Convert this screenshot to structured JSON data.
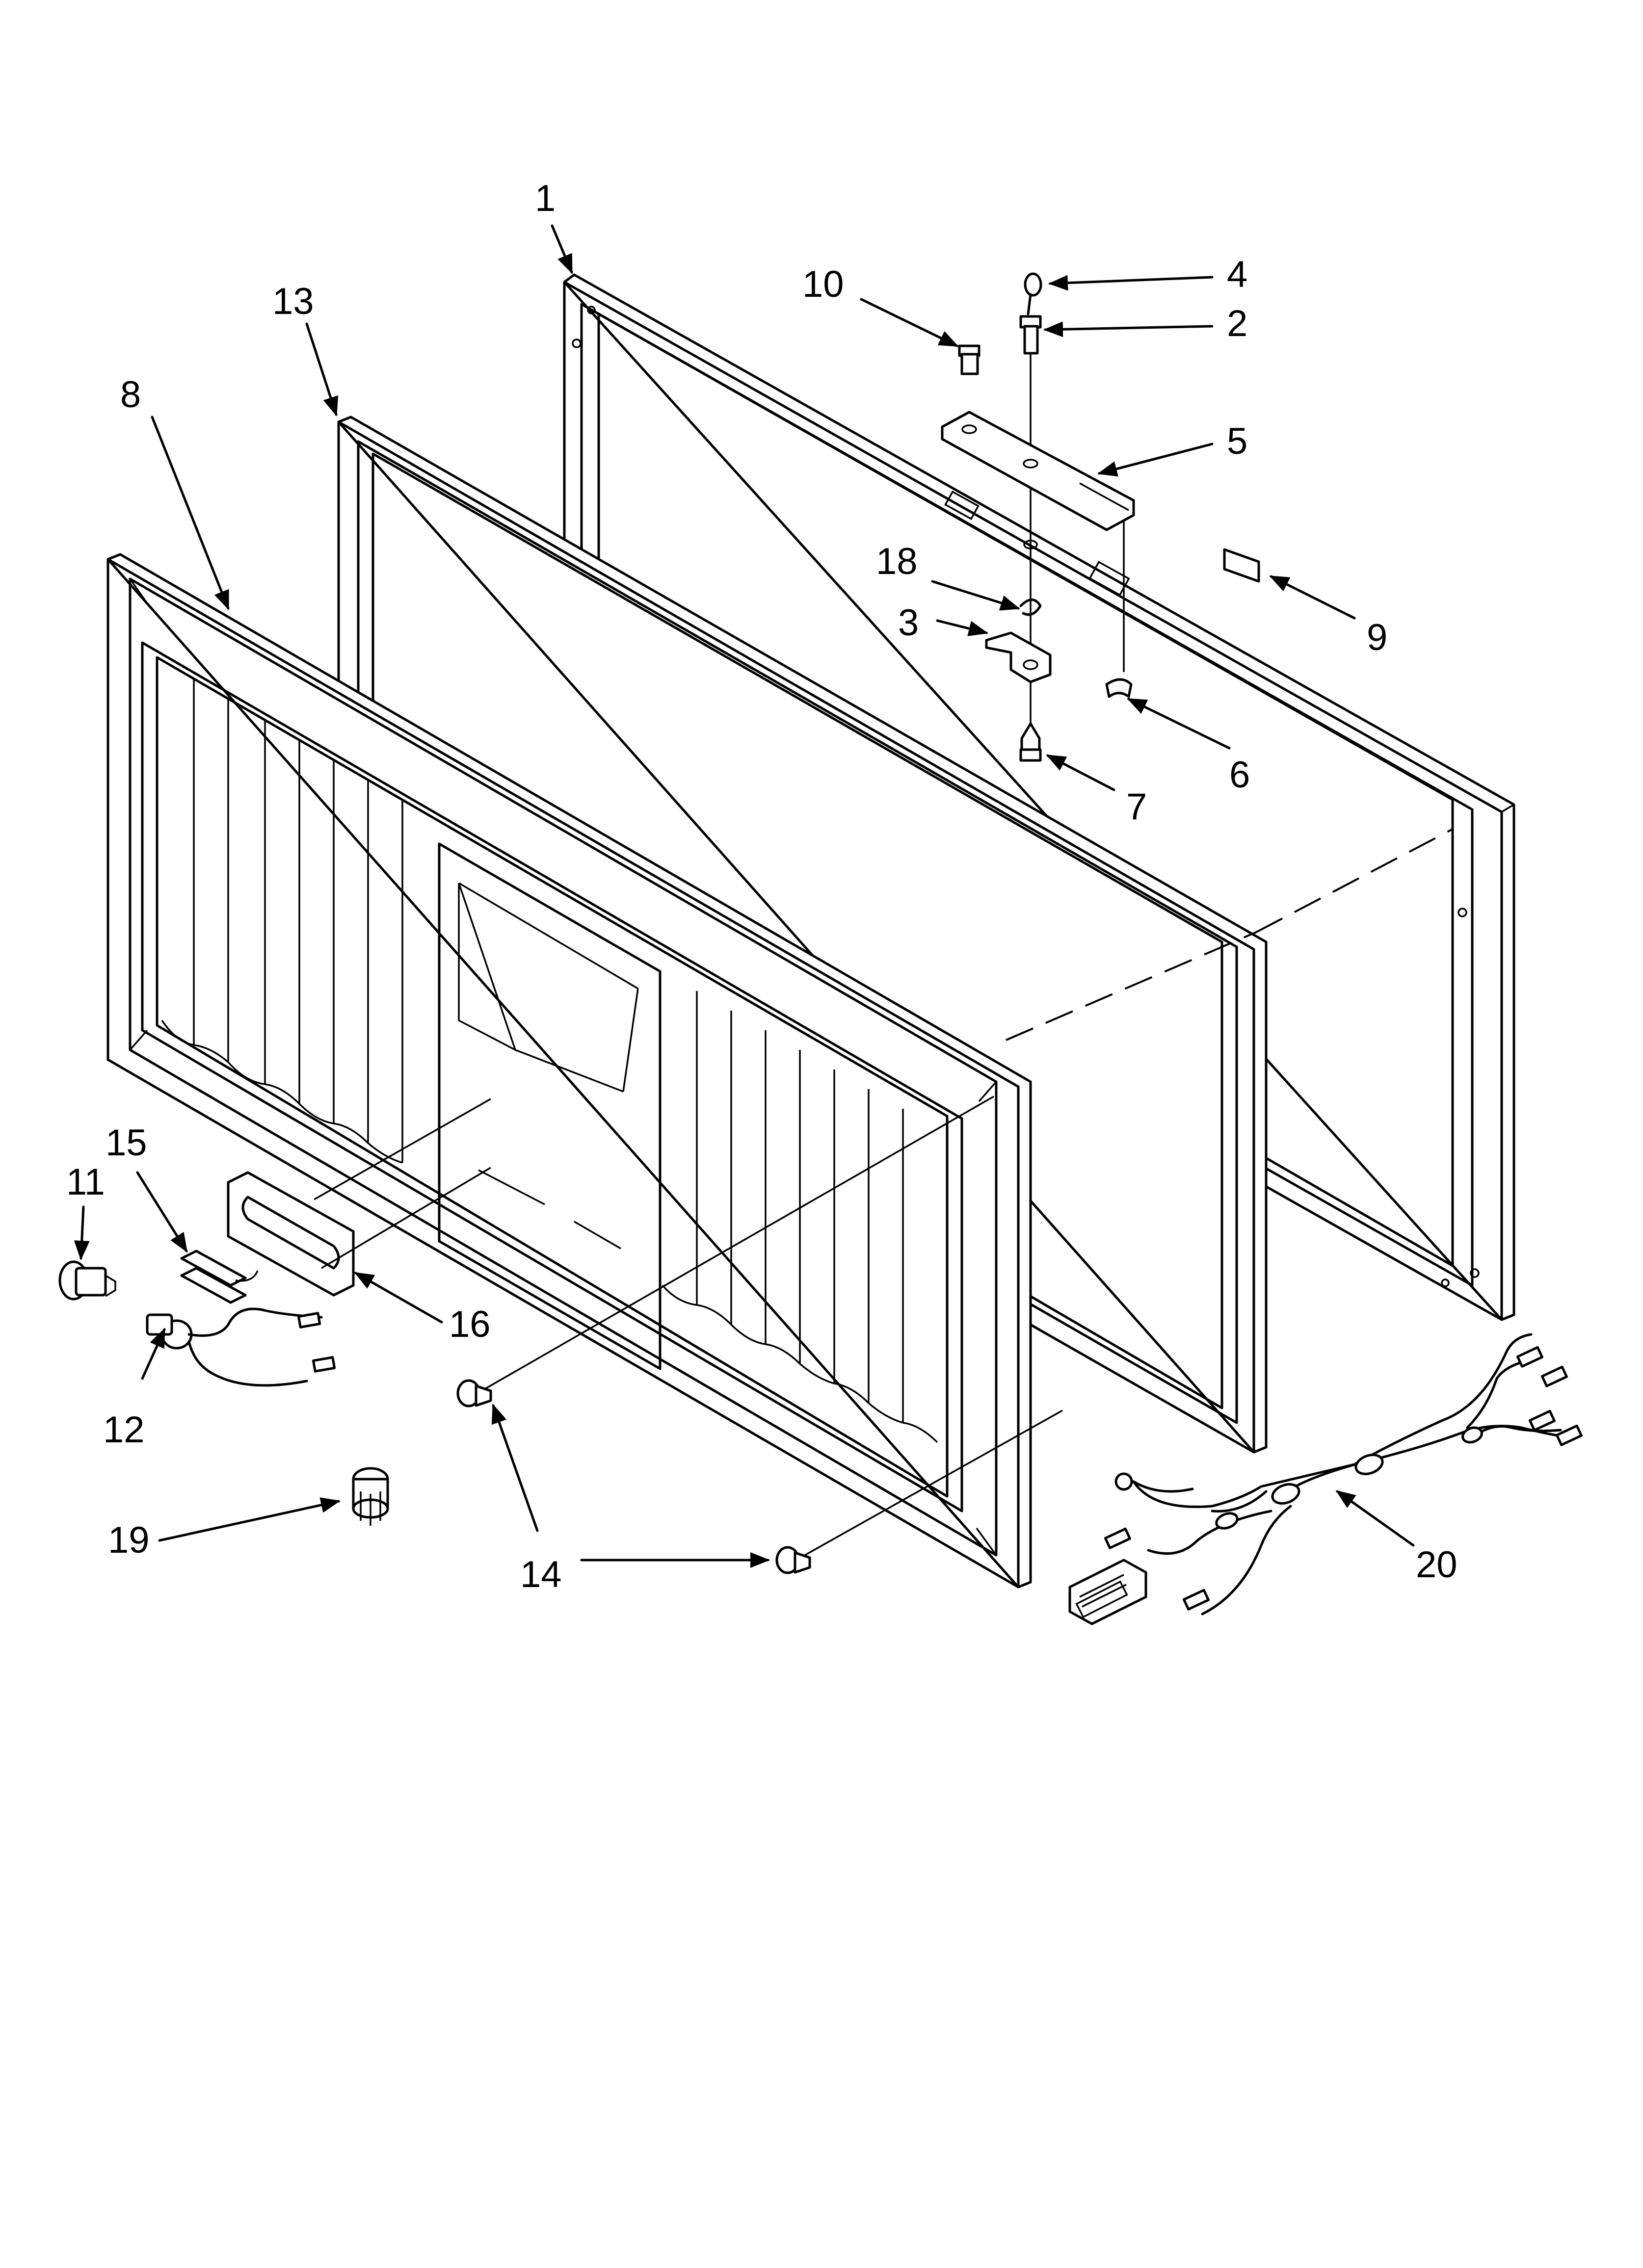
{
  "labels": {
    "p1": "1",
    "p2": "2",
    "p3": "3",
    "p4": "4",
    "p5": "5",
    "p6": "6",
    "p7": "7",
    "p8": "8",
    "p9": "9",
    "p10": "10",
    "p11": "11",
    "p12": "12",
    "p13": "13",
    "p14": "14",
    "p15": "15",
    "p16": "16",
    "p18": "18",
    "p19": "19",
    "p20": "20"
  }
}
